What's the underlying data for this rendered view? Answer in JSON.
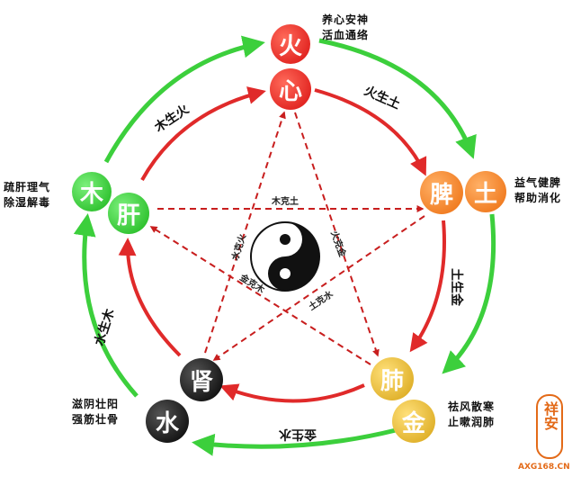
{
  "colors": {
    "generating": "#3ccf3c",
    "organ_cycle": "#e02a2a",
    "controlling": "#c81e1e",
    "fire": "#e21d1d",
    "earth": "#f07f1a",
    "metal": "#e2b62a",
    "water": "#111111",
    "wood": "#35cc35"
  },
  "elements": {
    "fire": {
      "element": "火",
      "organ": "心",
      "note": [
        "养心安神",
        "活血通络"
      ]
    },
    "earth": {
      "element": "土",
      "organ": "脾",
      "note": [
        "益气健脾",
        "帮助消化"
      ]
    },
    "metal": {
      "element": "金",
      "organ": "肺",
      "note": [
        "祛风散寒",
        "止嗽润肺"
      ]
    },
    "water": {
      "element": "水",
      "organ": "肾",
      "note": [
        "滋阴壮阳",
        "强筋壮骨"
      ]
    },
    "wood": {
      "element": "木",
      "organ": "肝",
      "note": [
        "疏肝理气",
        "除湿解毒"
      ]
    }
  },
  "generating_labels": [
    "火生土",
    "土生金",
    "金生水",
    "水生木",
    "木生火"
  ],
  "controlling_labels": [
    "木克土",
    "火克金",
    "土克水",
    "金克木",
    "水克火"
  ],
  "center_icon": "yin-yang-icon",
  "watermark": {
    "text": "祥安",
    "url": "AXG168.CN"
  }
}
